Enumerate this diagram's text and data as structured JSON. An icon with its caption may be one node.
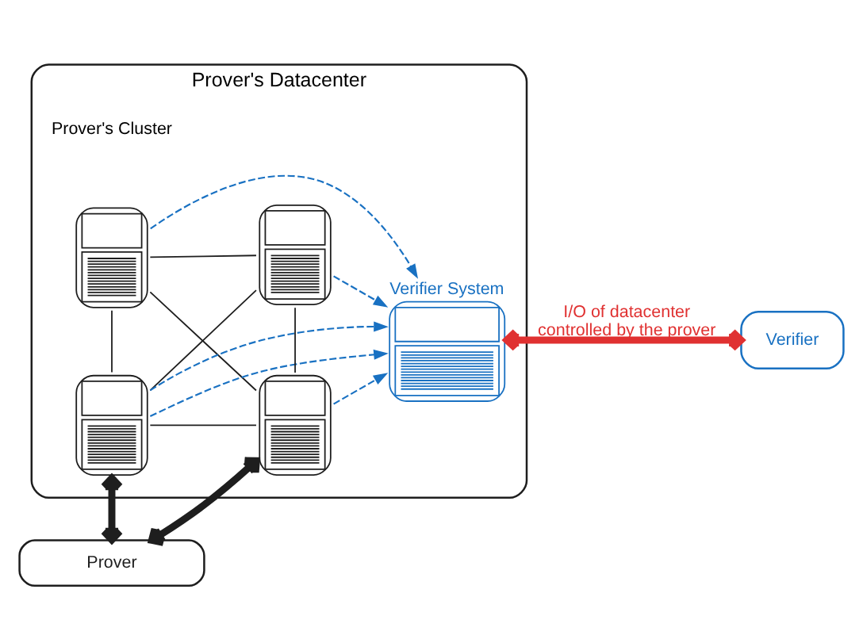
{
  "diagram": {
    "nodes": [
      {
        "text": [
          "Prover's Datacenter"
        ]
      },
      {
        "text": [],
        "shape": "box",
        "in": 0
      },
      {
        "text": [],
        "shape": "box",
        "in": 0
      },
      {
        "text": [],
        "shape": "box",
        "in": 0
      },
      {
        "text": [],
        "shape": "box",
        "in": 0
      },
      {
        "text": [
          "Verifier System"
        ],
        "in": 0
      },
      {
        "text": [
          "Verifier"
        ]
      },
      {
        "text": [
          "Prover"
        ]
      }
    ],
    "edges": [
      {
        "from": 1,
        "to": 2,
        "arrow": "none"
      },
      {
        "from": 3,
        "to": 1,
        "arrow": "none"
      },
      {
        "from": 4,
        "to": 2,
        "arrow": "none"
      },
      {
        "from": 3,
        "to": 4,
        "arrow": "none"
      },
      {
        "from": 1,
        "to": 4,
        "arrow": "none"
      },
      {
        "from": 3,
        "to": 2,
        "arrow": "none"
      },
      {
        "from": 1,
        "to": 5,
        "arrow": "to",
        "style": "dashed",
        "color": "#1971c2"
      },
      {
        "from": 2,
        "to": 5,
        "arrow": "to",
        "style": "dashed",
        "color": "#1971c2"
      },
      {
        "from": 3,
        "to": 5,
        "arrow": "to",
        "style": "dashed",
        "color": "#1971c2"
      },
      {
        "from": 3,
        "to": 5,
        "arrow": "to",
        "style": "dashed",
        "color": "#1971c2"
      },
      {
        "from": 4,
        "to": 5,
        "arrow": "to",
        "style": "dashed",
        "color": "#1971c2"
      },
      {
        "from": 5,
        "to": 6,
        "arrow": "both",
        "label": "I/O of datacenter controlled by the prover",
        "style": "thick",
        "color": "#e03131"
      },
      {
        "from": 7,
        "to": 3,
        "arrow": "both",
        "style": "thick"
      },
      {
        "from": 7,
        "to": 4,
        "arrow": "both",
        "style": "thick"
      }
    ],
    "labels": [
      "Prover's Cluster"
    ]
  }
}
